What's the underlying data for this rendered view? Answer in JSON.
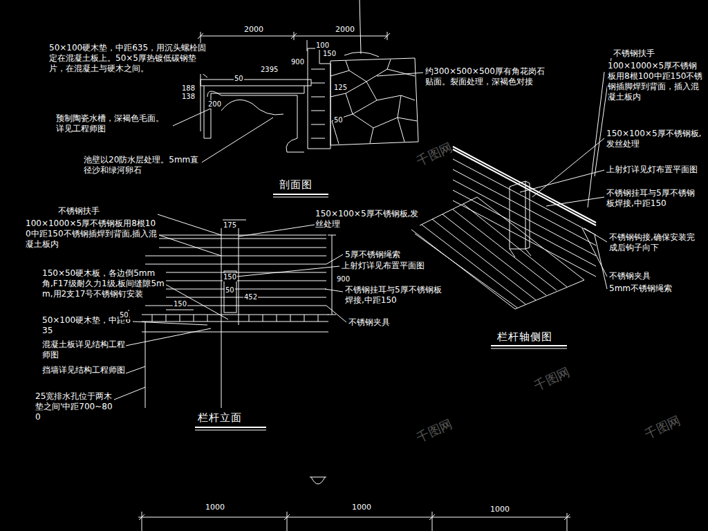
{
  "diagram": {
    "labels": [
      "2000",
      "2000",
      "100",
      "150",
      "900",
      "2395",
      "50",
      "188",
      "138",
      "200",
      "125",
      "50",
      "50×100硬木垫，中距635，用沉头螺栓固定在混凝土板上。50×5厚热镀低碳钢垫片，在混凝土与硬木之间。",
      "预制陶瓷水槽，深褐色毛面。详见工程师图",
      "池壁以20防水层处理。5mm直径沙和绿河卵石",
      "约300×500×500厚有角花岗石贴面。裂面处理，深褐色对接",
      "剖面图",
      "不锈钢扶手",
      "100×1000×5厚不锈钢板用8根100中距150不锈钢插焊到背面,插入混凝土板内",
      "150×50硬木板，各边倒5mm角,F17级耐久力1级,板间缝隙5mm,用2支17号不锈钢钉安装",
      "50×100硬木垫，中距635",
      "混凝土板详见结构工程师图",
      "挡墙详见结构工程师图",
      "25宽排水孔位于两木垫之间'中距700~800",
      "175",
      "150",
      "50",
      "452",
      "150",
      "50",
      "900",
      "150×100×5厚不锈钢板,发丝处理",
      "5厚不锈钢绳索",
      "上射灯详见布置平面图",
      "不锈钢挂耳与5厚不锈钢板焊接,中距150",
      "不锈钢夹具",
      "栏杆立面",
      "不锈钢扶手",
      "100×1000×5厚不锈钢板用8根100中距150不锈钢插脚焊到背面，插入混凝土板内",
      "150×100×5厚不锈钢板,发丝处理",
      "上射灯详见灯布置平面图",
      "不锈钢挂耳与5厚不锈钢板焊接,中距150",
      "不锈钢钩接,确保安装完成后钩子向下",
      "不锈钢夹具",
      "5mm不锈钢绳索",
      "栏杆轴侧图",
      "1000",
      "1000",
      "1000",
      "千图网",
      "千图网",
      "千图网",
      "千图网"
    ]
  }
}
